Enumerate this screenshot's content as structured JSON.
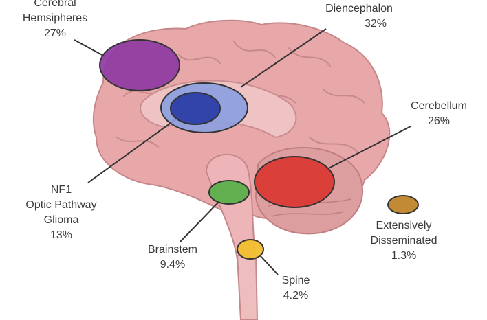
{
  "regions": [
    {
      "id": "cerebral",
      "lines": [
        "Cerebral",
        "Hemsipheres"
      ],
      "percent": "27%",
      "color": "#8e3aa3"
    },
    {
      "id": "diencephalon",
      "lines": [
        "Diencephalon"
      ],
      "percent": "32%",
      "color": "#8a9fe0"
    },
    {
      "id": "optic",
      "lines": [
        "NF1",
        "Optic Pathway",
        "Glioma"
      ],
      "percent": "13%",
      "color": "#2c3fa6"
    },
    {
      "id": "cerebellum",
      "lines": [
        "Cerebellum"
      ],
      "percent": "26%",
      "color": "#d93a35"
    },
    {
      "id": "brainstem",
      "lines": [
        "Brainstem"
      ],
      "percent": "9.4%",
      "color": "#5bb04a"
    },
    {
      "id": "spine",
      "lines": [
        "Spine"
      ],
      "percent": "4.2%",
      "color": "#f2bf2e"
    },
    {
      "id": "disseminated",
      "lines": [
        "Extensively",
        "Disseminated"
      ],
      "percent": "1.3%",
      "color": "#c0842a"
    }
  ]
}
